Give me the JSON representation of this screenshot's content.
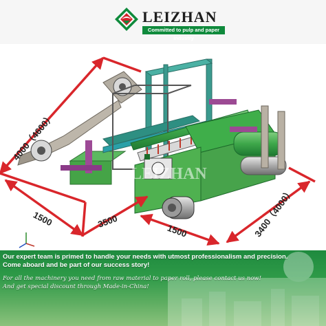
{
  "brand": {
    "name": "LEIZHAN",
    "tagline": "Committed to pulp and paper industry",
    "colors": {
      "green": "#0f8a3c",
      "red": "#d2232a"
    }
  },
  "dimensions": {
    "depth": "4000（4600）",
    "left_length": "1500",
    "center_length": "3500",
    "right_length": "1500",
    "width": "3400（4000）",
    "colors": {
      "arrow": "#d9262b",
      "frame": "#3b9a8e",
      "base": "#45a447"
    }
  },
  "watermark": "LEIZHAN",
  "banner": {
    "line1": "Our expert team is primed to handle your needs with utmost professionalism and precision.",
    "line2": "Come aboard and be part of our success story!",
    "line3": "For all the machinery you need from raw material to paper roll, please contact us now!",
    "line4": "And get special discount through Made-in-China!"
  }
}
